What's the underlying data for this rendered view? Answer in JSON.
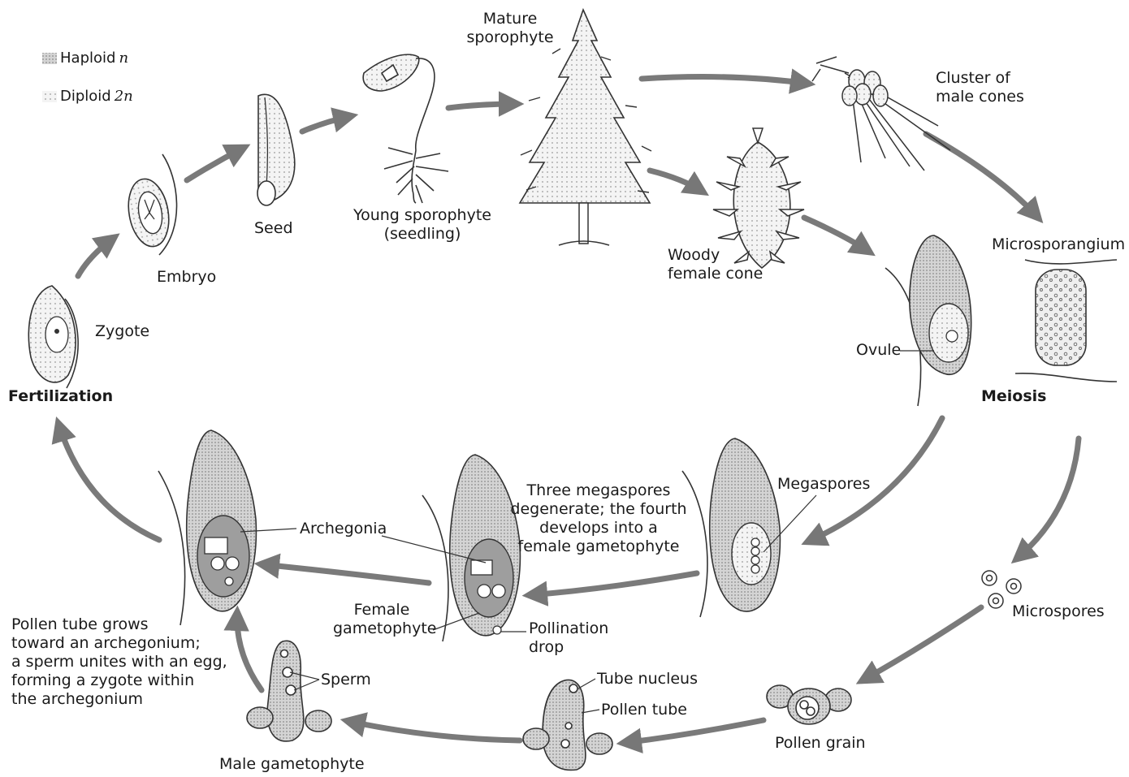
{
  "colors": {
    "stroke": "#2a2a2a",
    "arrow": "#777777",
    "haploid_fill": "#bdbdbd",
    "diploid_fill": "#e6e6e6",
    "paper": "#ffffff"
  },
  "legend": {
    "haploid": {
      "label": "Haploid",
      "symbol": "n"
    },
    "diploid": {
      "label": "Diploid",
      "symbol": "2n"
    }
  },
  "stages": {
    "mature_sporophyte": "Mature\nsporophyte",
    "cluster_male_cones": "Cluster of\nmale cones",
    "woody_female_cone": "Woody\nfemale cone",
    "young_sporophyte": "Young sporophyte\n(seedling)",
    "seed": "Seed",
    "embryo": "Embryo",
    "zygote": "Zygote",
    "fertilization": "Fertilization",
    "meiosis": "Meiosis",
    "microsporangium": "Microsporangium",
    "ovule": "Ovule",
    "megaspores": "Megaspores",
    "megaspores_note": "Three megaspores\ndegenerate; the fourth\ndevelops into a\nfemale gametophyte",
    "microspores": "Microspores",
    "archegonia": "Archegonia",
    "female_gametophyte": "Female\ngametophyte",
    "pollination_drop": "Pollination\ndrop",
    "pollen_grain": "Pollen grain",
    "tube_nucleus": "Tube nucleus",
    "pollen_tube": "Pollen tube",
    "sperm": "Sperm",
    "male_gametophyte": "Male gametophyte",
    "pollen_tube_note": "Pollen tube grows\ntoward an archegonium;\na sperm unites with an egg,\nforming a zygote within\nthe archegonium"
  }
}
